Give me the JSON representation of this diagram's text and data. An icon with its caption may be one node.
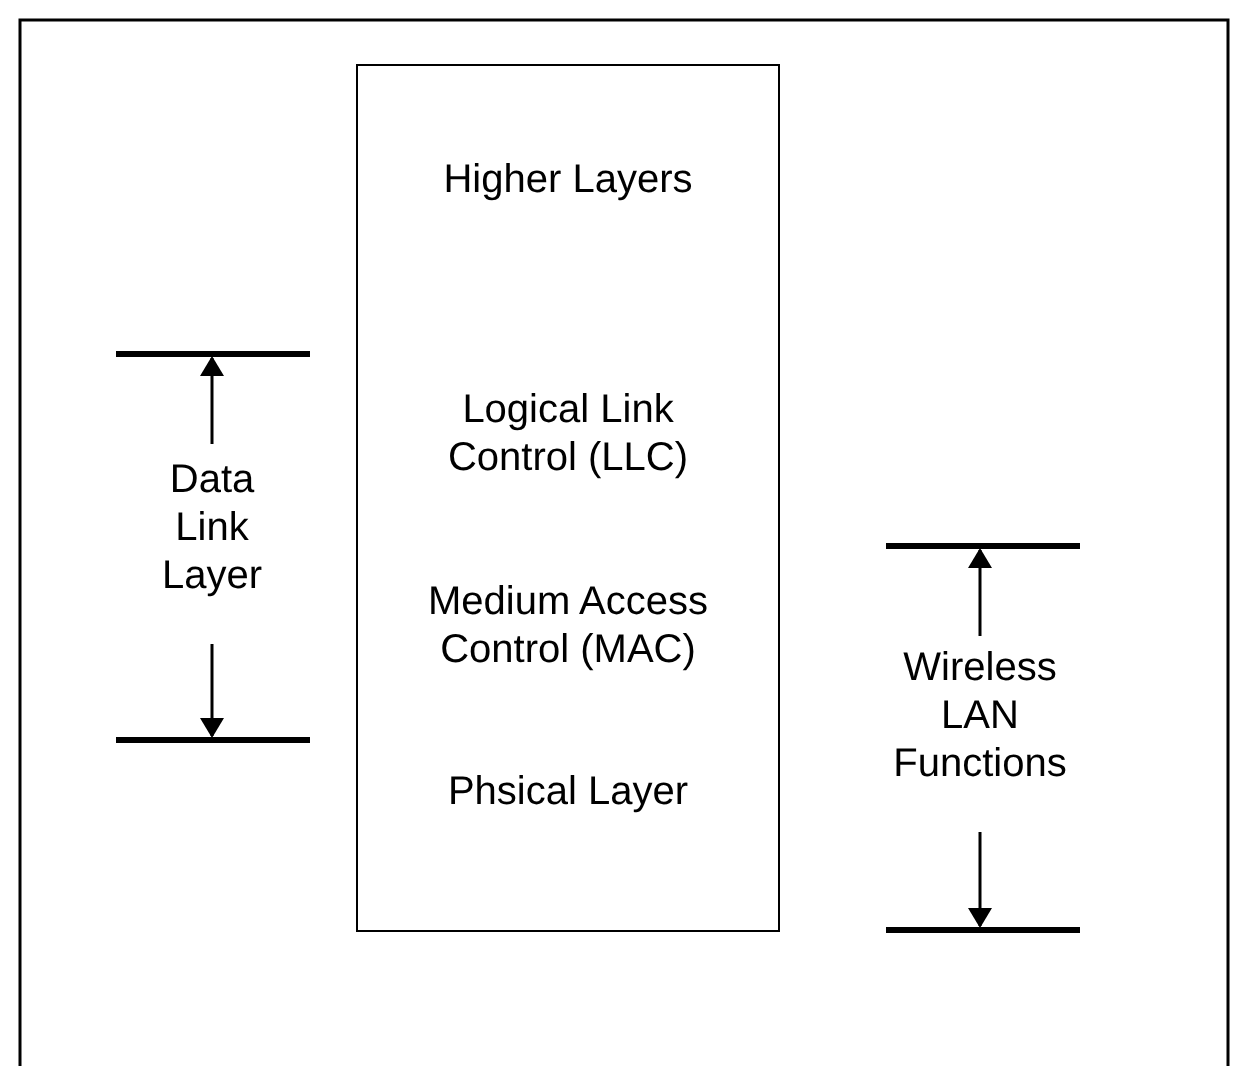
{
  "diagram": {
    "nodes": [
      {
        "text": [
          "Higher Layers"
        ]
      },
      {
        "text": [
          "Logical Link Control (LLC)"
        ]
      },
      {
        "text": [
          "Medium Access Control (MAC)"
        ]
      },
      {
        "text": [
          "Phsical Layer"
        ]
      }
    ],
    "labels": [
      "Data Link Layer",
      "Wireless LAN Functions"
    ]
  }
}
